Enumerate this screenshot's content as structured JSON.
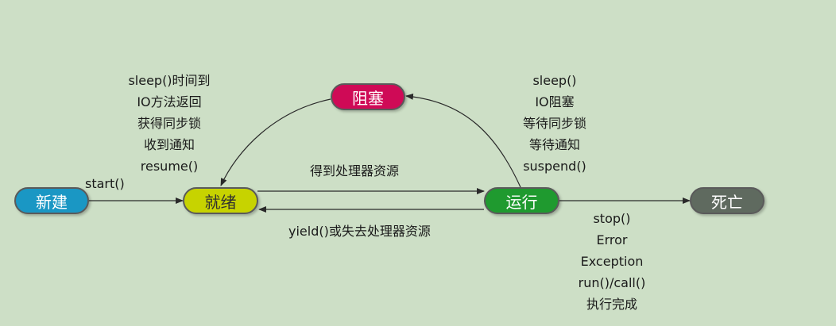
{
  "nodes": {
    "new": {
      "label": "新建",
      "color": "#1a97c4"
    },
    "ready": {
      "label": "就绪",
      "color": "#c7d300"
    },
    "blocked": {
      "label": "阻塞",
      "color": "#cf0a56"
    },
    "running": {
      "label": "运行",
      "color": "#1f9a2f"
    },
    "dead": {
      "label": "死亡",
      "color": "#5f6a5f"
    }
  },
  "edges": {
    "start": "start()",
    "to_running": "得到处理器资源",
    "to_ready": "yield()或失去处理器资源",
    "blocked_to_ready": [
      "sleep()时间到",
      "IO方法返回",
      "获得同步锁",
      "收到通知",
      "resume()"
    ],
    "running_to_blocked": [
      "sleep()",
      "IO阻塞",
      "等待同步锁",
      "等待通知",
      "suspend()"
    ],
    "running_to_dead": [
      "stop()",
      "Error",
      "Exception",
      "run()/call()",
      "执行完成"
    ]
  }
}
